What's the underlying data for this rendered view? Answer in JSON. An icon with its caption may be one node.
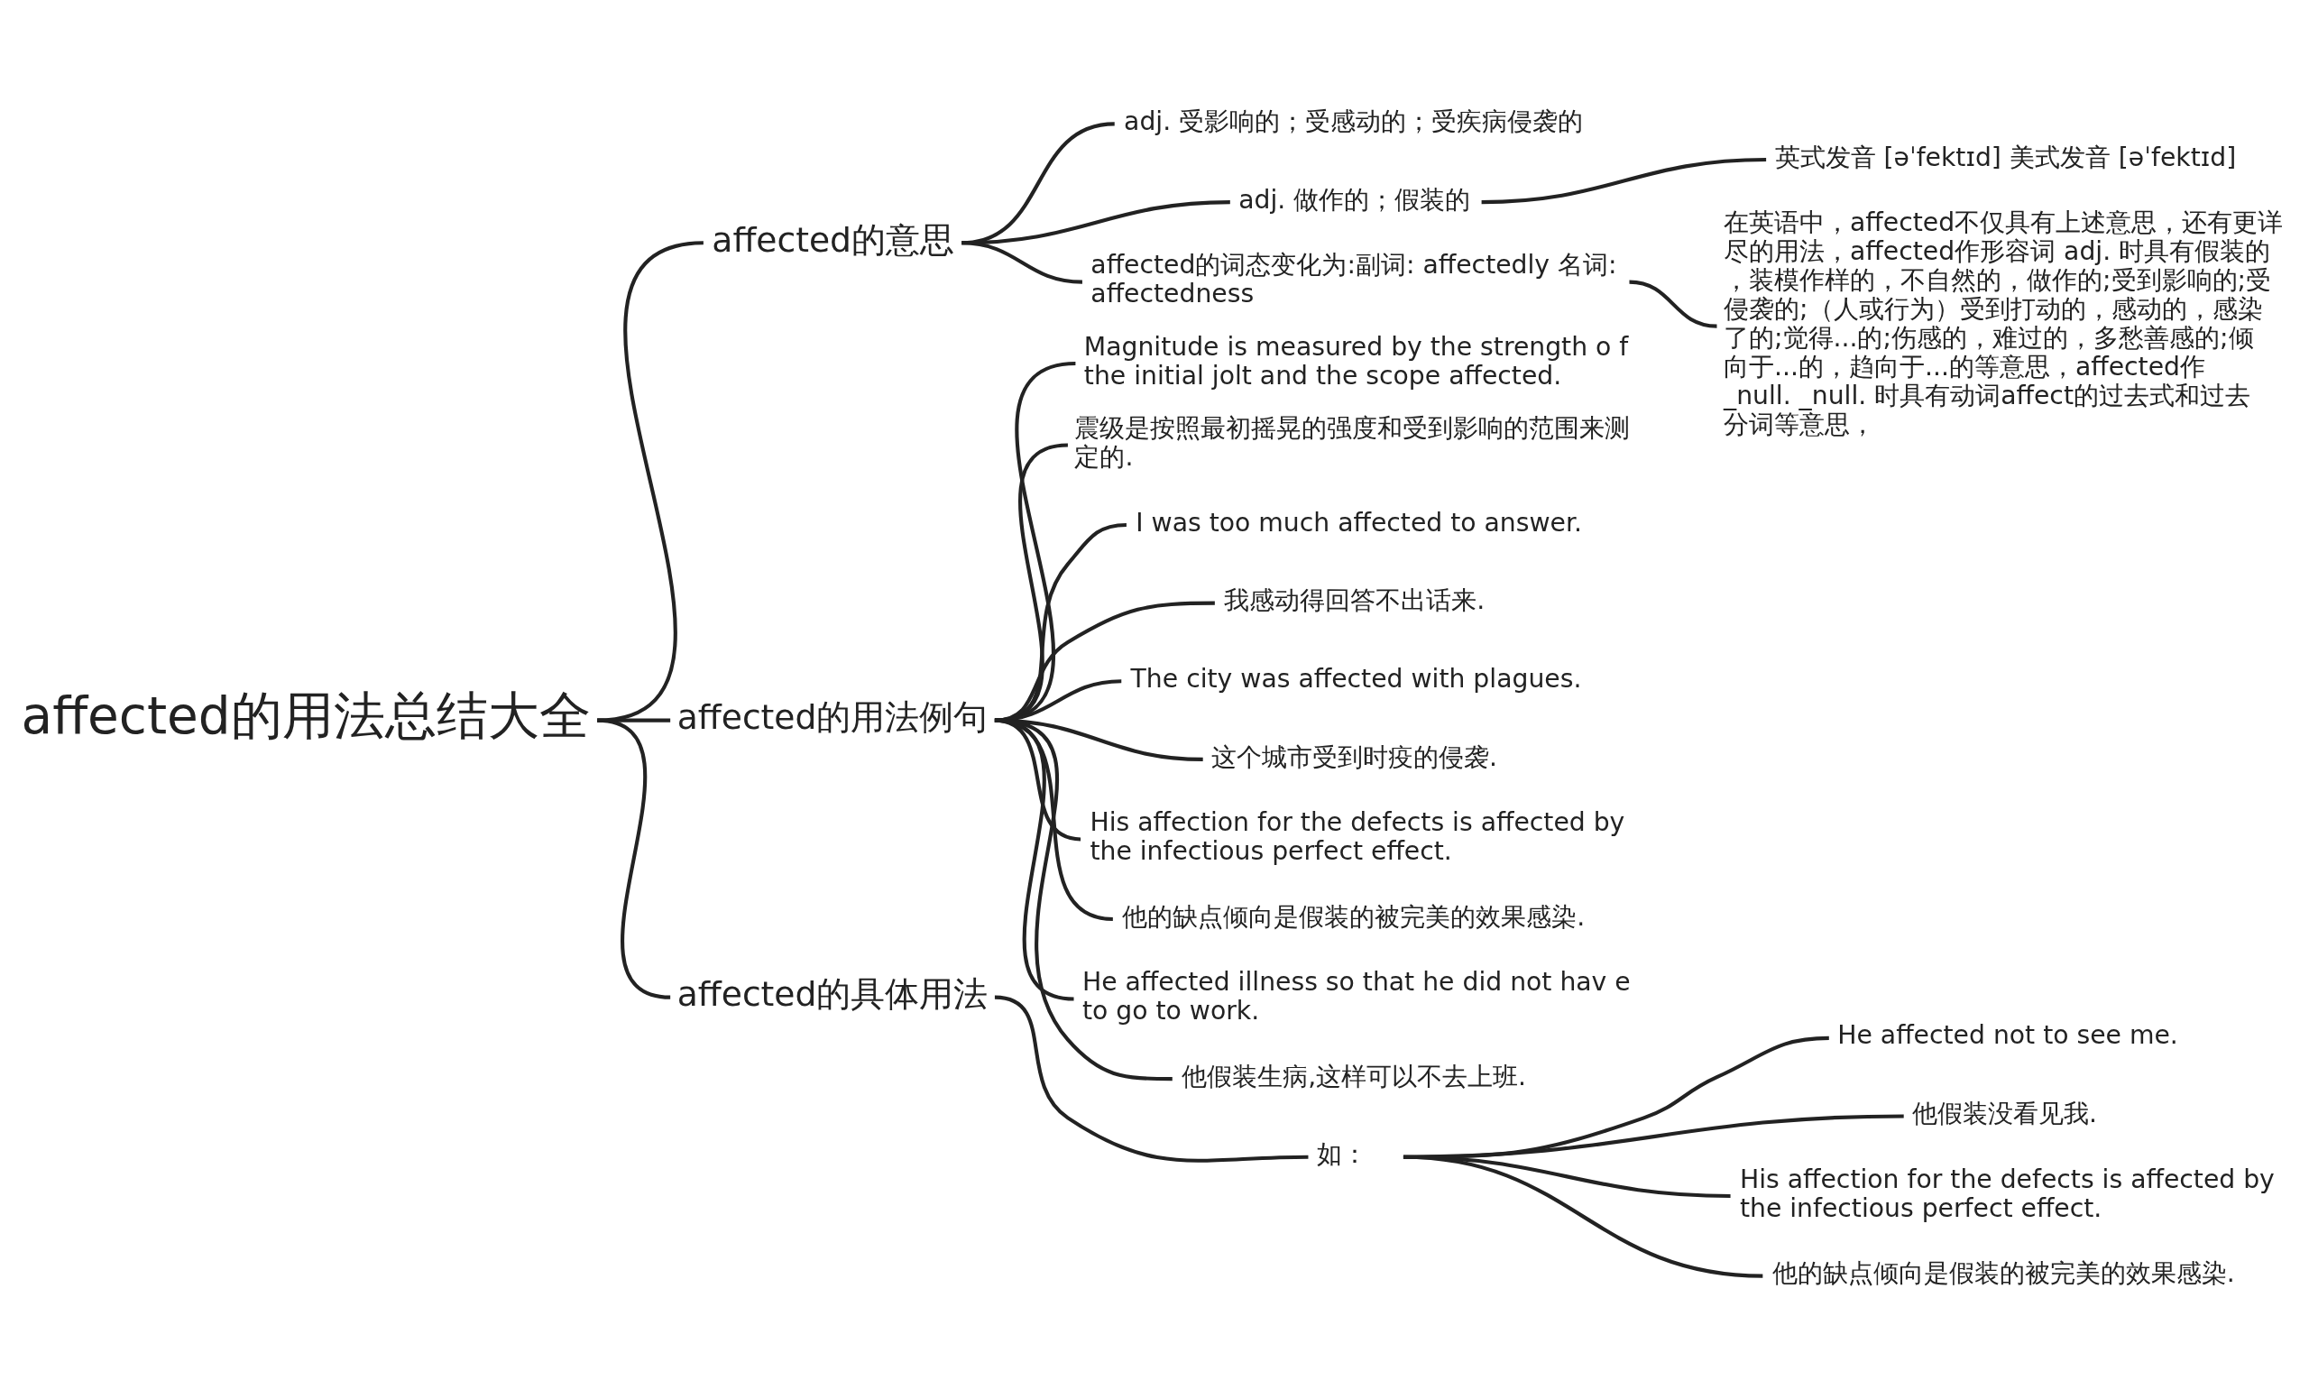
{
  "diagram": {
    "nodes": [
      {
        "text": [
          "affected的用法总结大全"
        ]
      },
      {
        "text": [
          "affected的意思"
        ]
      },
      {
        "text": [
          "adj. 受影响的；受感动的；受疾病侵袭的"
        ]
      },
      {
        "text": [
          "adj. 做作的；假装的"
        ]
      },
      {
        "text": [
          "英式发音 [əˈfektɪd] 美式发音 [əˈfektɪd]"
        ]
      },
      {
        "text": [
          "affected的词态变化为:副词: affectedly 名词: affectedness"
        ]
      },
      {
        "text": [
          "在英语中，affected不仅具有上述意思，还有更详尽的用法，affected作形容词 adj. 时具有假装的，装模作样的，不自然的，做作的;受到影响的;受侵袭的;（人或行为）受到打动的，感动的，感染了的;觉得...的;伤感的，难过的，多愁善感的;倾向于...的，趋向于...的等意思，affected作_null. _null. 时具有动词affect的过去式和过去分词等意思，"
        ]
      },
      {
        "text": [
          "affected的用法例句"
        ]
      },
      {
        "text": [
          "Magnitude is measured by the strength o f the initial jolt and the scope affected."
        ]
      },
      {
        "text": [
          "震级是按照最初摇晃的强度和受到影响的范围来测定的."
        ]
      },
      {
        "text": [
          "I was too much affected to answer."
        ]
      },
      {
        "text": [
          "我感动得回答不出话来."
        ]
      },
      {
        "text": [
          "The city was affected with plagues."
        ]
      },
      {
        "text": [
          "这个城市受到时疫的侵袭."
        ]
      },
      {
        "text": [
          "His affection for the defects is affected by the infectious perfect effect."
        ]
      },
      {
        "text": [
          "他的缺点倾向是假装的被完美的效果感染."
        ]
      },
      {
        "text": [
          "He affected illness so that he did not hav e to go to work."
        ]
      },
      {
        "text": [
          "他假装生病,这样可以不去上班."
        ]
      },
      {
        "text": [
          "affected的具体用法"
        ]
      },
      {
        "text": [
          "如："
        ]
      },
      {
        "text": [
          "He affected not to see me."
        ]
      },
      {
        "text": [
          "他假装没看见我."
        ]
      },
      {
        "text": [
          "His affection for the defects is affected by the infectious perfect effect."
        ]
      },
      {
        "text": [
          "他的缺点倾向是假装的被完美的效果感染."
        ]
      }
    ],
    "edges": [
      {
        "from": 0,
        "to": 1,
        "arrow": "none"
      },
      {
        "from": 1,
        "to": 2,
        "arrow": "none"
      },
      {
        "from": 1,
        "to": 3,
        "arrow": "none"
      },
      {
        "from": 3,
        "to": 4,
        "arrow": "none"
      },
      {
        "from": 1,
        "to": 5,
        "arrow": "none"
      },
      {
        "from": 5,
        "to": 6,
        "arrow": "none"
      },
      {
        "from": 0,
        "to": 7,
        "arrow": "none"
      },
      {
        "from": 7,
        "to": 8,
        "arrow": "none"
      },
      {
        "from": 7,
        "to": 9,
        "arrow": "none"
      },
      {
        "from": 7,
        "to": 10,
        "arrow": "none"
      },
      {
        "from": 7,
        "to": 11,
        "arrow": "none"
      },
      {
        "from": 7,
        "to": 12,
        "arrow": "none"
      },
      {
        "from": 7,
        "to": 13,
        "arrow": "none"
      },
      {
        "from": 7,
        "to": 14,
        "arrow": "none"
      },
      {
        "from": 7,
        "to": 15,
        "arrow": "none"
      },
      {
        "from": 7,
        "to": 16,
        "arrow": "none"
      },
      {
        "from": 7,
        "to": 17,
        "arrow": "none"
      },
      {
        "from": 0,
        "to": 18,
        "arrow": "none"
      },
      {
        "from": 18,
        "to": 19,
        "arrow": "none"
      },
      {
        "from": 19,
        "to": 20,
        "arrow": "none"
      },
      {
        "from": 19,
        "to": 21,
        "arrow": "none"
      },
      {
        "from": 19,
        "to": 22,
        "arrow": "none"
      },
      {
        "from": 19,
        "to": 23,
        "arrow": "none"
      }
    ]
  }
}
